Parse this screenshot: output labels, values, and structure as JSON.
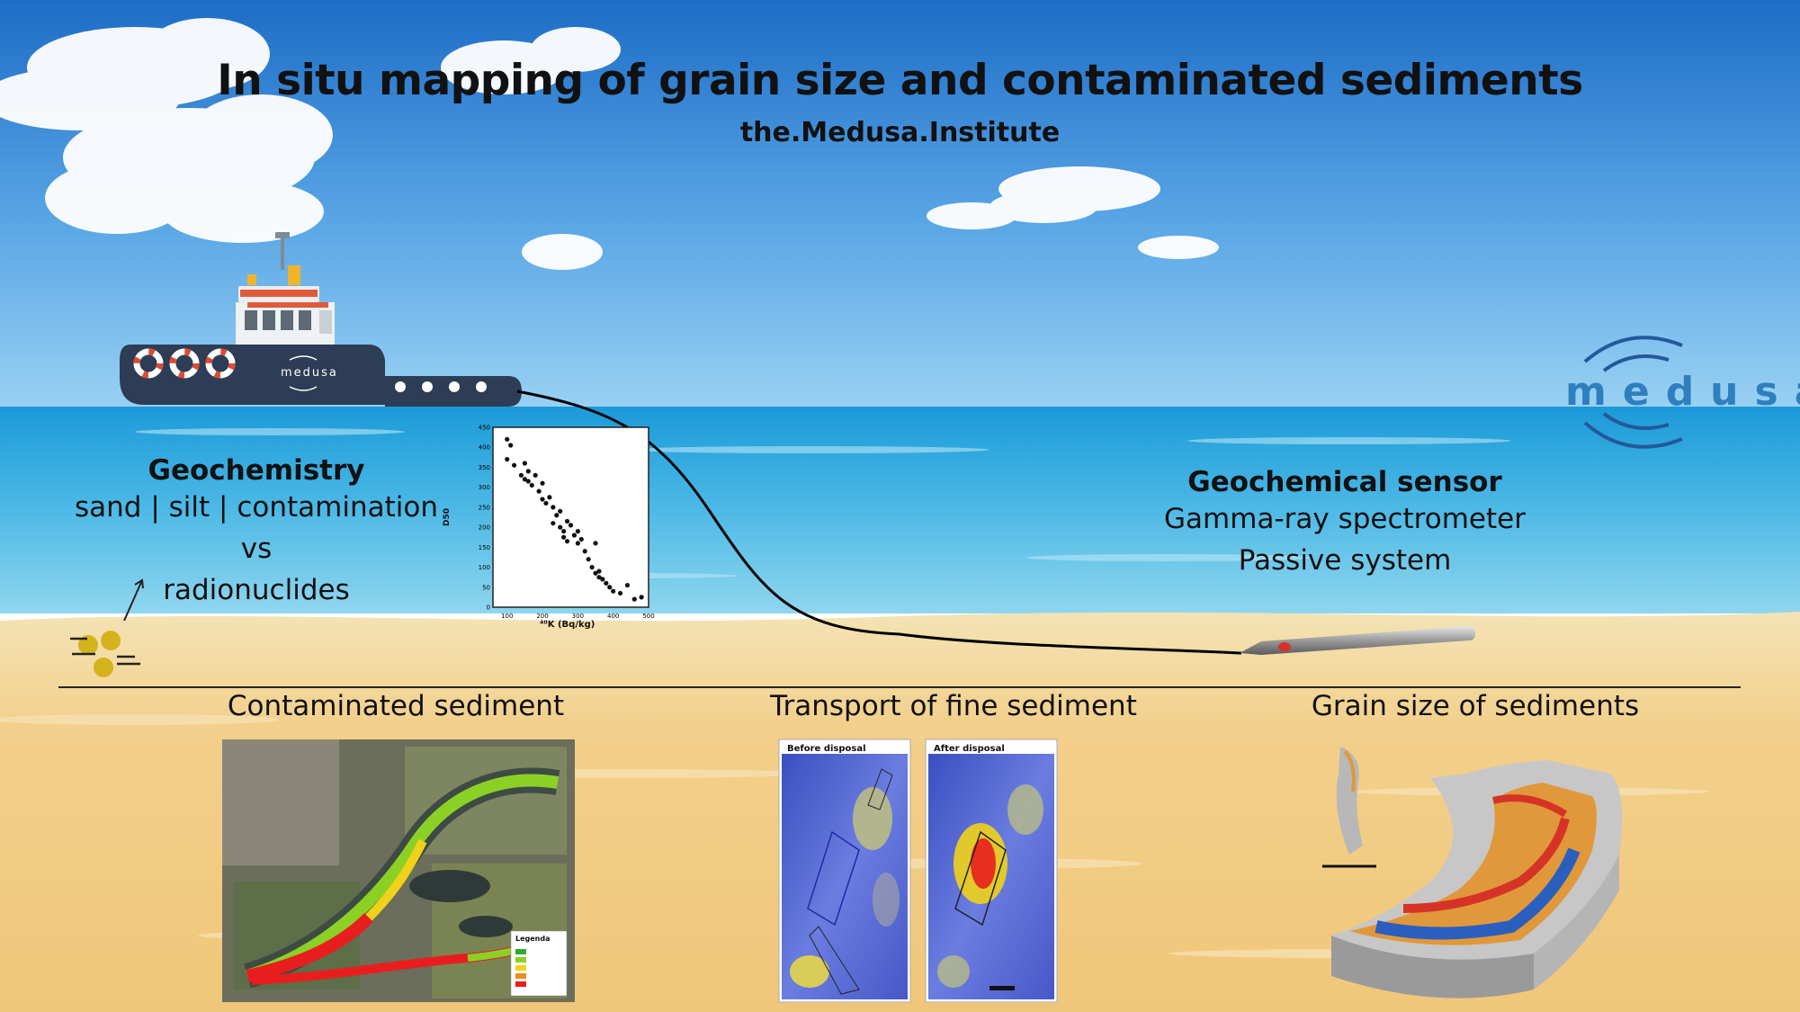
{
  "header": {
    "title": "In situ mapping of grain size and contaminated sediments",
    "subtitle": "the.Medusa.Institute"
  },
  "left_block": {
    "heading": "Geochemistry",
    "line1": "sand | silt | contamination",
    "line2": "vs",
    "line3": "radionuclides"
  },
  "right_block": {
    "heading": "Geochemical sensor",
    "line1": "Gamma-ray spectrometer",
    "line2": "Passive system"
  },
  "sections": [
    {
      "label": "Contaminated sediment"
    },
    {
      "label": "Transport of fine sediment"
    },
    {
      "label": "Grain size of sediments"
    }
  ],
  "logo": {
    "text": "medusa",
    "boat_text": "medusa"
  },
  "inset_labels": {
    "before": "Before disposal",
    "after": "After disposal",
    "legend": "Legenda"
  },
  "chart_data": {
    "type": "scatter",
    "xlabel": "⁴⁰K (Bq/kg)",
    "ylabel": "D50",
    "xlim": [
      60,
      500
    ],
    "ylim": [
      0,
      450
    ],
    "xticks": [
      100,
      200,
      300,
      400,
      500
    ],
    "yticks": [
      0,
      50,
      100,
      150,
      200,
      250,
      300,
      350,
      400,
      450
    ],
    "points": [
      [
        100,
        420
      ],
      [
        110,
        405
      ],
      [
        100,
        370
      ],
      [
        120,
        355
      ],
      [
        150,
        360
      ],
      [
        140,
        330
      ],
      [
        150,
        320
      ],
      [
        160,
        315
      ],
      [
        170,
        305
      ],
      [
        180,
        330
      ],
      [
        160,
        340
      ],
      [
        200,
        310
      ],
      [
        190,
        290
      ],
      [
        200,
        270
      ],
      [
        210,
        260
      ],
      [
        220,
        275
      ],
      [
        230,
        250
      ],
      [
        240,
        230
      ],
      [
        250,
        240
      ],
      [
        230,
        210
      ],
      [
        250,
        200
      ],
      [
        260,
        190
      ],
      [
        270,
        215
      ],
      [
        280,
        205
      ],
      [
        260,
        175
      ],
      [
        270,
        165
      ],
      [
        290,
        180
      ],
      [
        300,
        160
      ],
      [
        300,
        190
      ],
      [
        310,
        170
      ],
      [
        320,
        140
      ],
      [
        330,
        120
      ],
      [
        340,
        100
      ],
      [
        350,
        85
      ],
      [
        360,
        75
      ],
      [
        370,
        70
      ],
      [
        380,
        60
      ],
      [
        360,
        90
      ],
      [
        400,
        40
      ],
      [
        420,
        35
      ],
      [
        440,
        55
      ],
      [
        460,
        20
      ],
      [
        480,
        25
      ],
      [
        390,
        50
      ],
      [
        350,
        160
      ]
    ],
    "grid": false
  },
  "colors": {
    "sky_top": "#1f6fc8",
    "sky_bottom": "#8fcaf0",
    "sea": "#2fa7df",
    "sand": "#f0cf8e",
    "boat_hull": "#2d3d55",
    "logo_blue": "#2f7fbf"
  }
}
